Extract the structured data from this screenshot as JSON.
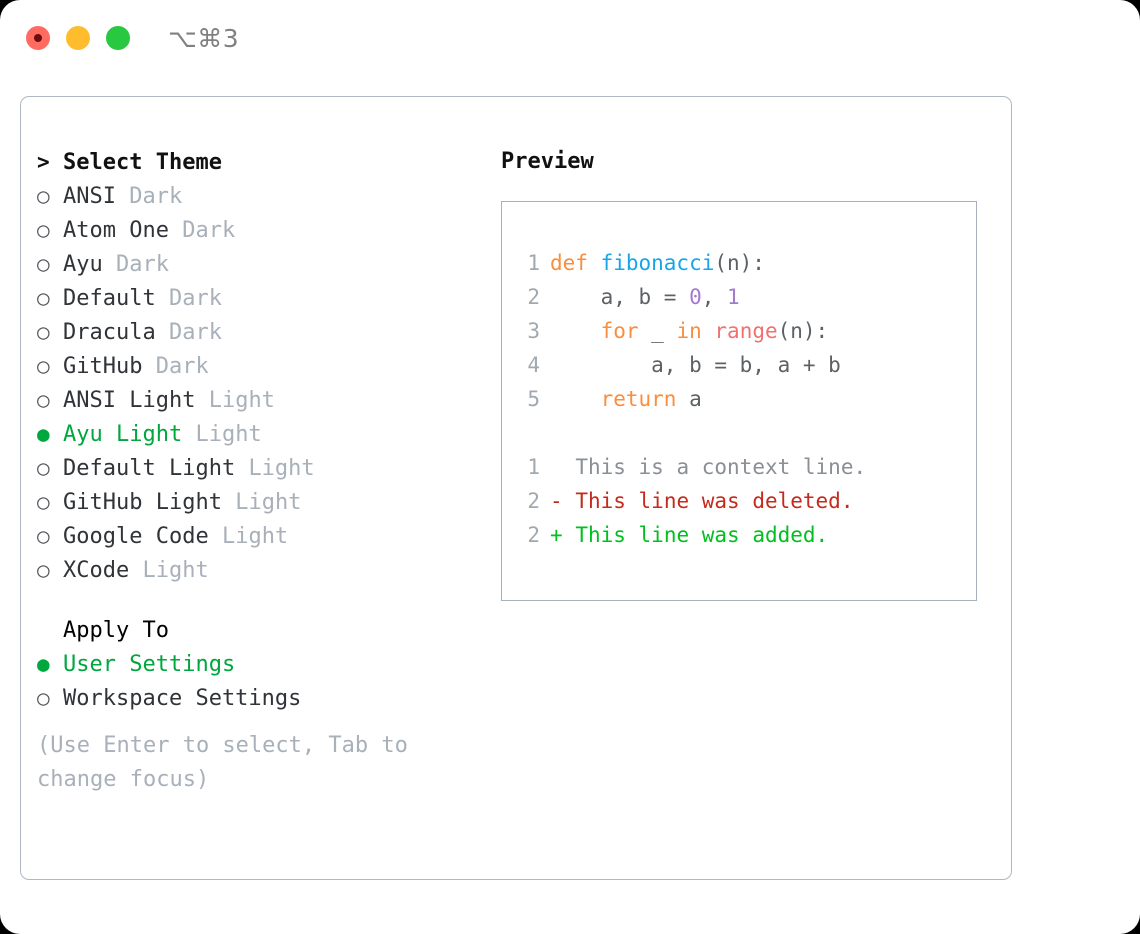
{
  "titlebar": {
    "traffic_lights": [
      {
        "name": "close",
        "color": "#ff6b61",
        "recording": true
      },
      {
        "name": "minimize",
        "color": "#ffbd2e",
        "recording": false
      },
      {
        "name": "maximize",
        "color": "#28c840",
        "recording": false
      }
    ],
    "shortcut": "⌥⌘3"
  },
  "theme_section": {
    "heading_marker": ">",
    "heading": "Select Theme",
    "items": [
      {
        "marker": "○",
        "selected": false,
        "label": "ANSI",
        "tag": "Dark"
      },
      {
        "marker": "○",
        "selected": false,
        "label": "Atom One",
        "tag": "Dark"
      },
      {
        "marker": "○",
        "selected": false,
        "label": "Ayu",
        "tag": "Dark"
      },
      {
        "marker": "○",
        "selected": false,
        "label": "Default",
        "tag": "Dark"
      },
      {
        "marker": "○",
        "selected": false,
        "label": "Dracula",
        "tag": "Dark"
      },
      {
        "marker": "○",
        "selected": false,
        "label": "GitHub",
        "tag": "Dark"
      },
      {
        "marker": "○",
        "selected": false,
        "label": "ANSI Light",
        "tag": "Light"
      },
      {
        "marker": "●",
        "selected": true,
        "label": "Ayu Light",
        "tag": "Light"
      },
      {
        "marker": "○",
        "selected": false,
        "label": "Default Light",
        "tag": "Light"
      },
      {
        "marker": "○",
        "selected": false,
        "label": "GitHub Light",
        "tag": "Light"
      },
      {
        "marker": "○",
        "selected": false,
        "label": "Google Code",
        "tag": "Light"
      },
      {
        "marker": "○",
        "selected": false,
        "label": "XCode",
        "tag": "Light"
      }
    ]
  },
  "apply_section": {
    "heading": "Apply To",
    "items": [
      {
        "marker": "●",
        "selected": true,
        "label": "User Settings"
      },
      {
        "marker": "○",
        "selected": false,
        "label": "Workspace Settings"
      }
    ]
  },
  "hint": "(Use Enter to select, Tab to change focus)",
  "preview": {
    "title": "Preview",
    "code_lines": [
      {
        "n": "1",
        "tokens": [
          {
            "t": "def ",
            "c": "kw"
          },
          {
            "t": "fibonacci",
            "c": "fn"
          },
          {
            "t": "(n):",
            "c": "pl"
          }
        ]
      },
      {
        "n": "2",
        "tokens": [
          {
            "t": "    a, b = ",
            "c": "pl"
          },
          {
            "t": "0",
            "c": "num"
          },
          {
            "t": ", ",
            "c": "pl"
          },
          {
            "t": "1",
            "c": "num"
          }
        ]
      },
      {
        "n": "3",
        "tokens": [
          {
            "t": "    ",
            "c": "pl"
          },
          {
            "t": "for",
            "c": "kw"
          },
          {
            "t": " _ ",
            "c": "pl"
          },
          {
            "t": "in",
            "c": "kw"
          },
          {
            "t": " ",
            "c": "pl"
          },
          {
            "t": "range",
            "c": "call"
          },
          {
            "t": "(n):",
            "c": "pl"
          }
        ]
      },
      {
        "n": "4",
        "tokens": [
          {
            "t": "        a, b = b, a + b",
            "c": "pl"
          }
        ]
      },
      {
        "n": "5",
        "tokens": [
          {
            "t": "    ",
            "c": "pl"
          },
          {
            "t": "return",
            "c": "kw"
          },
          {
            "t": " a",
            "c": "pl"
          }
        ]
      }
    ],
    "diff_lines": [
      {
        "n": "1",
        "sign": " ",
        "text": "This is a context line.",
        "kind": "ctx"
      },
      {
        "n": "2",
        "sign": "-",
        "text": "This line was deleted.",
        "kind": "del"
      },
      {
        "n": "2",
        "sign": "+",
        "text": "This line was added.",
        "kind": "add"
      }
    ]
  },
  "colors": {
    "keyword": "#fa8d3e",
    "function": "#16a6e8",
    "number": "#a37acc",
    "call": "#f07171",
    "plain": "#5c6166",
    "linenumber": "#a0a8b0",
    "diff_context": "#8a8f96",
    "diff_deleted": "#c42b1c",
    "diff_added": "#00c020",
    "selected": "#00a63e",
    "tag": "#a8b0ba",
    "border": "#aeb8c4"
  }
}
